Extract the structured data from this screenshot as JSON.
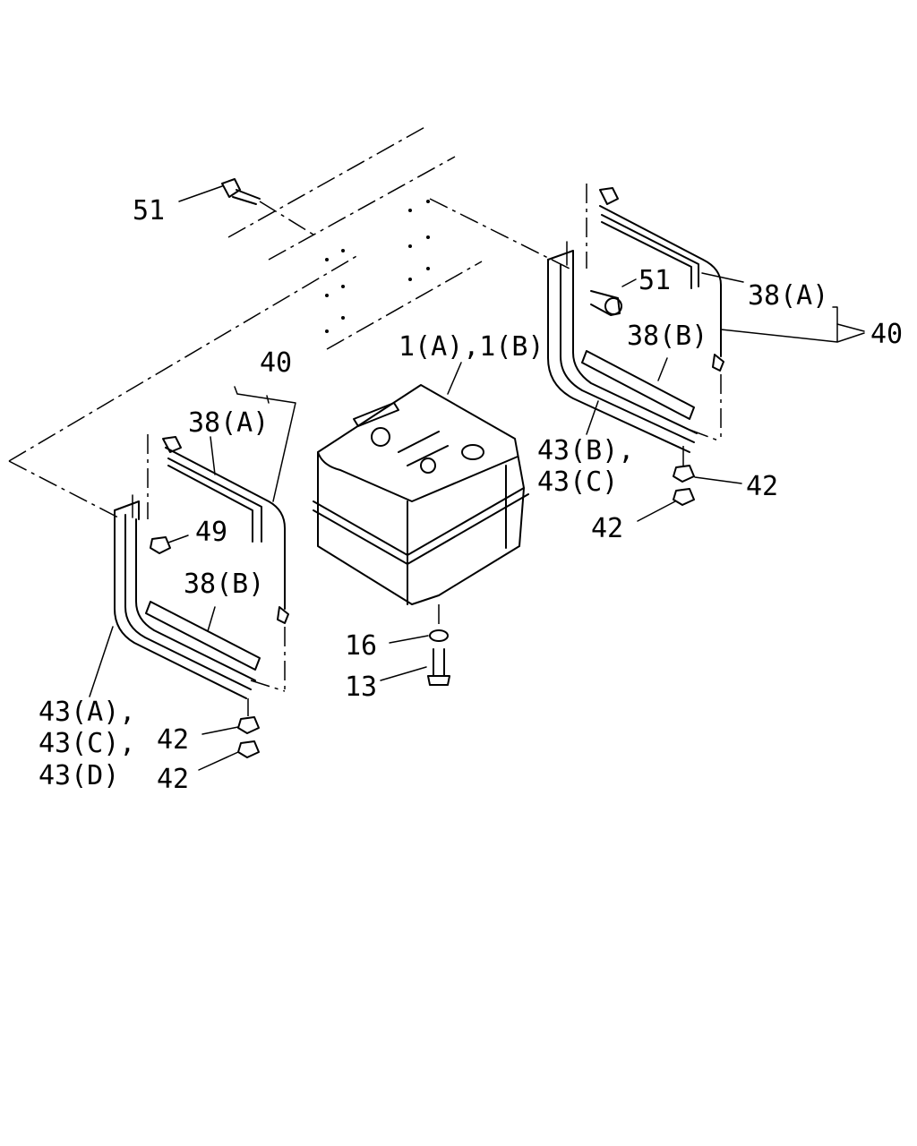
{
  "labels": {
    "l51_top": "51",
    "l51_right": "51",
    "l38a_right": "38(A)",
    "l40_right": "40",
    "l38b_right": "38(B)",
    "l1ab": "1(A),1(B)",
    "l40_left": "40",
    "l38a_left": "38(A)",
    "l49": "49",
    "l38b_left": "38(B)",
    "l43bc_1": "43(B),",
    "l43bc_2": "43(C)",
    "l42_r1": "42",
    "l42_r2": "42",
    "l16": "16",
    "l13": "13",
    "l43acd_1": "43(A),",
    "l43acd_2": "43(C),",
    "l43acd_3": "43(D)",
    "l42_l1": "42",
    "l42_l2": "42"
  }
}
